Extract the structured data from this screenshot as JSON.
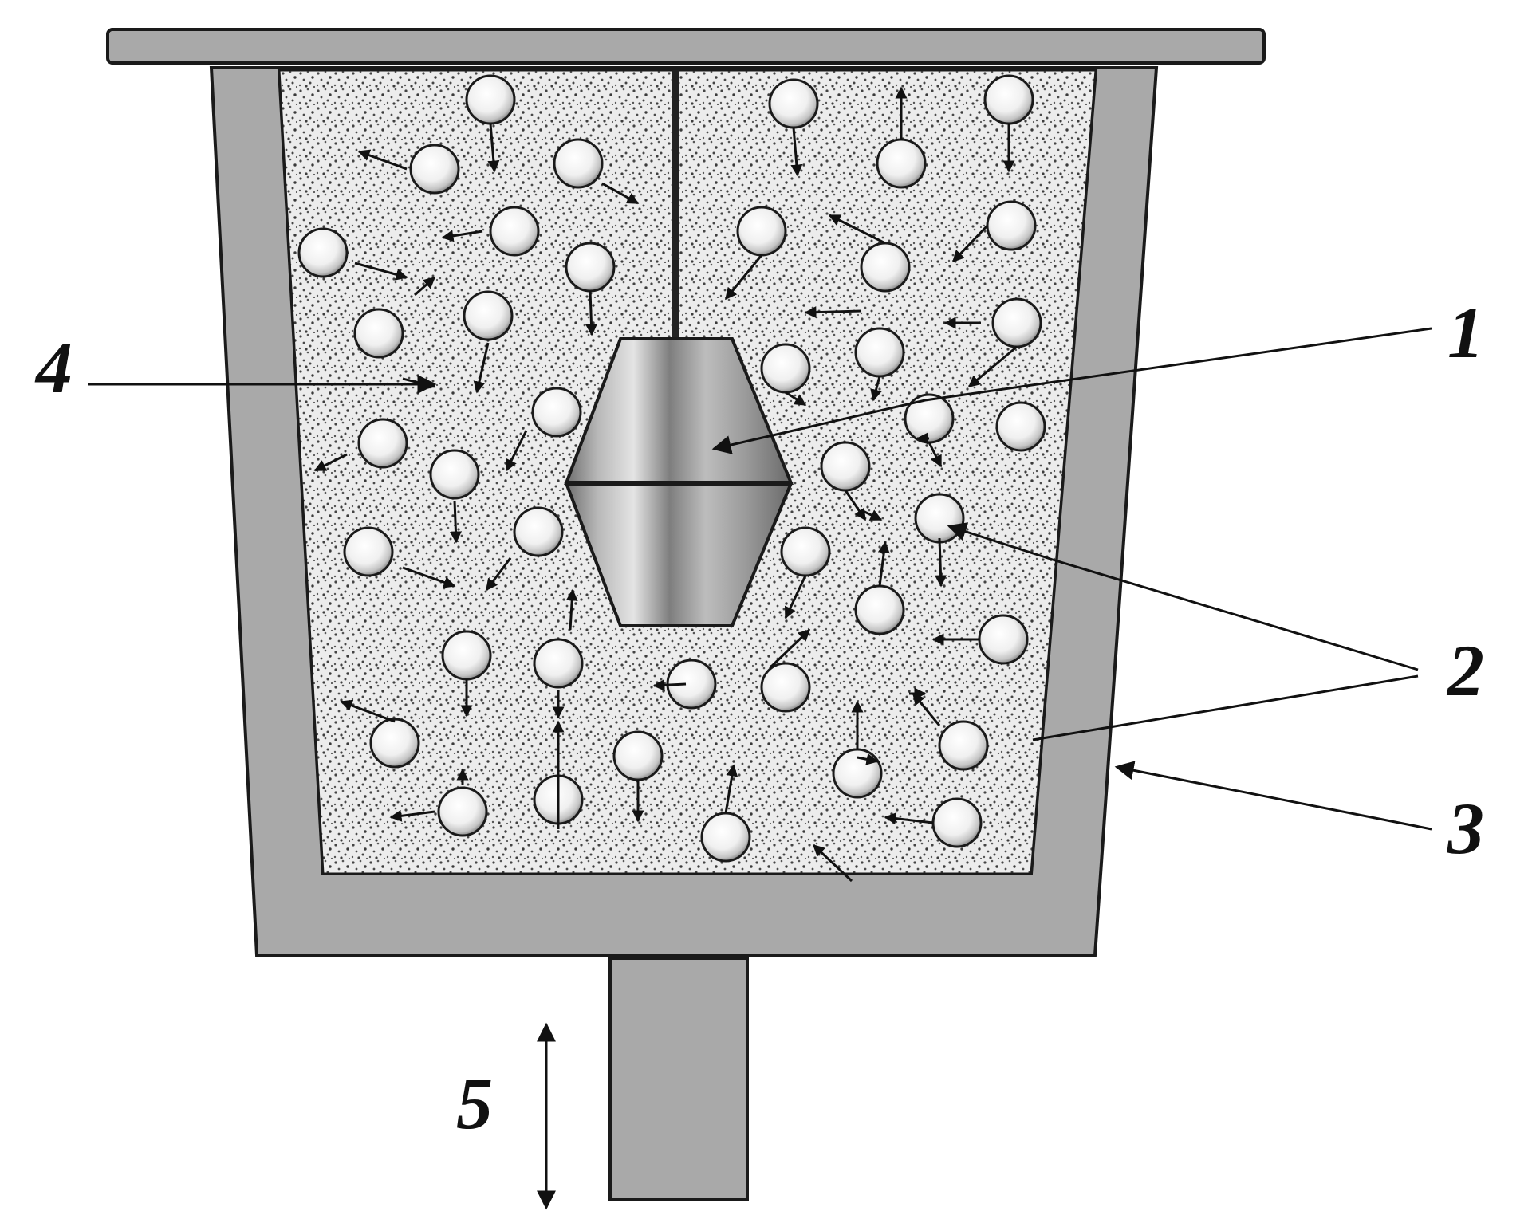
{
  "callouts": {
    "c1": "1",
    "c2": "2",
    "c3": "3",
    "c4": "4",
    "c5": "5"
  },
  "colors": {
    "wall": "#a9a9a9",
    "outline": "#1a1a1a",
    "powder": "#e9e9e9",
    "powder_dot": "#3d3d3d",
    "ball": "#f6f6f6",
    "arrow": "#111111"
  },
  "icons": {
    "vibration": "double-headed-vertical-arrow-icon",
    "particle_motion": "arrow-icon"
  }
}
